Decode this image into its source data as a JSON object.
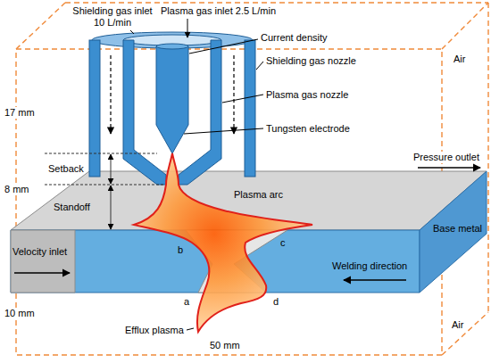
{
  "diagram": {
    "labels": [
      "Shielding gas inlet 10 L/min",
      "Plasma gas inlet 2.5 L/min",
      "Current density",
      "Air",
      "Shielding gas nozzle",
      "Plasma gas nozzle",
      "17 mm",
      "Tungsten electrode",
      "Setback",
      "Standoff",
      "Plasma arc",
      "Pressure outlet",
      "8 mm",
      "b",
      "c",
      "Base metal",
      "Velocity inlet",
      "Welding direction",
      "10 mm",
      "a",
      "d",
      "Air",
      "Efflux plasma",
      "50 mm"
    ]
  }
}
